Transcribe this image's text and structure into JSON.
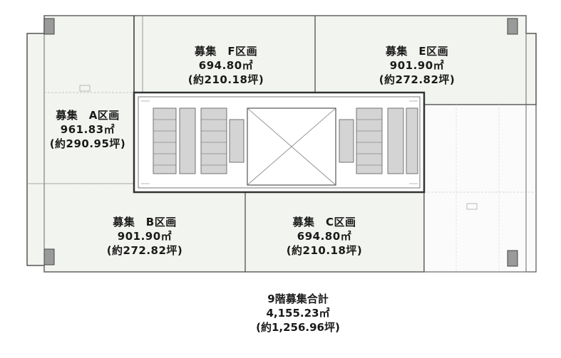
{
  "zones": {
    "f": {
      "title": "募集　F区画",
      "area": "694.80㎡",
      "tsubo": "(約210.18坪)"
    },
    "e": {
      "title": "募集　E区画",
      "area": "901.90㎡",
      "tsubo": "(約272.82坪)"
    },
    "a": {
      "title": "募集　A区画",
      "area": "961.83㎡",
      "tsubo": "(約290.95坪)"
    },
    "b": {
      "title": "募集　B区画",
      "area": "901.90㎡",
      "tsubo": "(約272.82坪)"
    },
    "c": {
      "title": "募集　C区画",
      "area": "694.80㎡",
      "tsubo": "(約210.18坪)"
    }
  },
  "total": {
    "title": "9階募集合計",
    "area": "4,155.23㎡",
    "tsubo": "(約1,256.96坪)"
  },
  "colors": {
    "zone_fill": "#f2f4ef",
    "wall": "#444444",
    "grid": "#b8b8b8",
    "core": "#7a7a7a"
  }
}
